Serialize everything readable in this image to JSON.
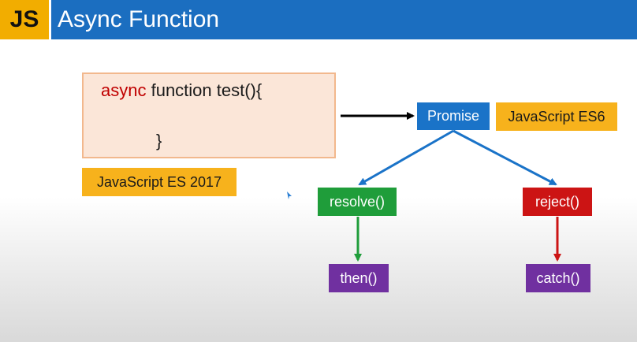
{
  "header": {
    "badge": "JS",
    "title": "Async Function",
    "colors": {
      "bar": "#1b6ec0",
      "badge": "#f2ad00"
    }
  },
  "code": {
    "keyword": "async",
    "rest": " function test(){",
    "closing": "}"
  },
  "labels": {
    "es2017": "JavaScript ES 2017",
    "es6": "JavaScript ES6"
  },
  "nodes": {
    "promise": "Promise",
    "resolve": "resolve()",
    "reject": "reject()",
    "then": "then()",
    "catch": "catch()"
  },
  "edges": [
    {
      "from": "code",
      "to": "promise",
      "color": "#000000"
    },
    {
      "from": "promise",
      "to": "resolve",
      "color": "#1a73c8"
    },
    {
      "from": "promise",
      "to": "reject",
      "color": "#1a73c8"
    },
    {
      "from": "resolve",
      "to": "then",
      "color": "#1f9d3a"
    },
    {
      "from": "reject",
      "to": "catch",
      "color": "#cc1414"
    }
  ]
}
